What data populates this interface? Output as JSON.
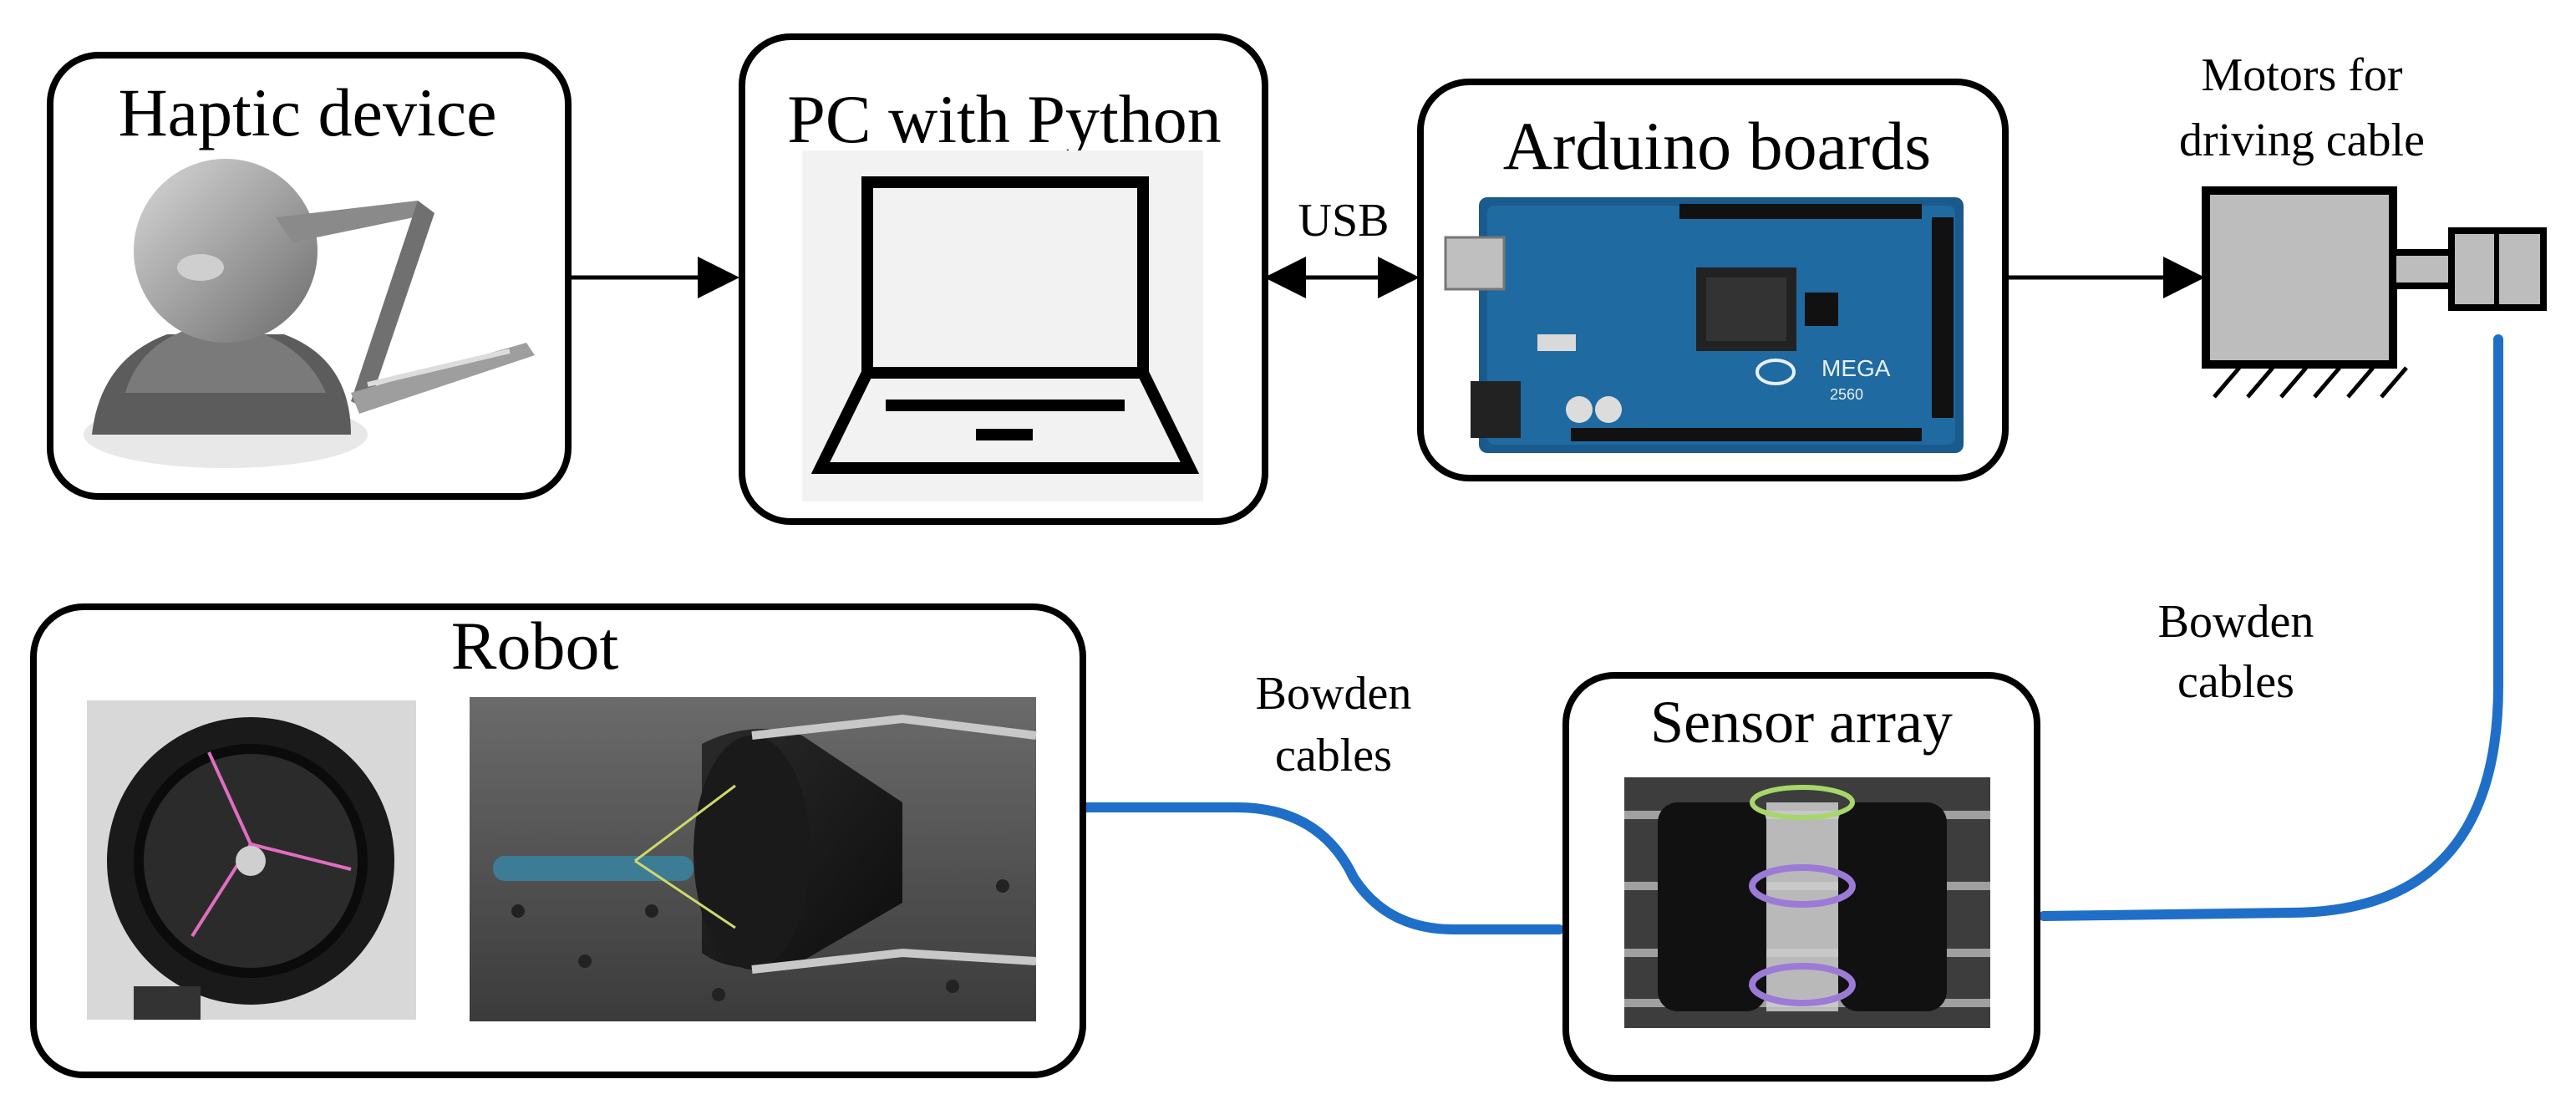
{
  "blocks": {
    "haptic": {
      "title": "Haptic device",
      "image": "haptic-device-photo"
    },
    "pc": {
      "title": "PC with Python",
      "image": "laptop-icon"
    },
    "arduino": {
      "title": "Arduino boards",
      "image": "arduino-mega-board-photo",
      "board_text": "MEGA",
      "board_model": "2560"
    },
    "motors": {
      "label_line1": "Motors for",
      "label_line2": "driving cable",
      "image": "motor-symbol"
    },
    "robot": {
      "title": "Robot",
      "image_left": "robot-front-view-photo",
      "image_right": "robot-side-view-photo"
    },
    "sensor": {
      "title": "Sensor array",
      "image": "sensor-array-photo"
    }
  },
  "connections": {
    "usb_label": "USB",
    "bowden_right": {
      "line1": "Bowden",
      "line2": "cables"
    },
    "bowden_left": {
      "line1": "Bowden",
      "line2": "cables"
    }
  },
  "colors": {
    "cable": "#1f6fc8",
    "board": "#1a5a8c",
    "motor_fill": "#bdbdbd",
    "outline": "#000000"
  }
}
